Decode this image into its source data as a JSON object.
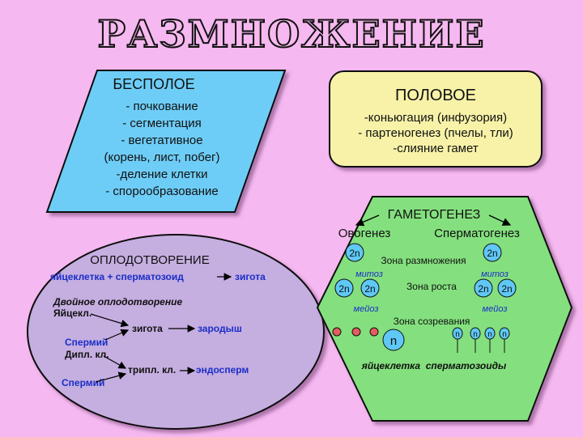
{
  "title": "РАЗМНОЖЕНИЕ",
  "asexual": {
    "heading": "БЕСПОЛОЕ",
    "items": [
      "- почкование",
      "- сегментация",
      "- вегетативное",
      "(корень, лист, побег)",
      "-деление клетки",
      "- спорообразование"
    ]
  },
  "sexual": {
    "heading": "ПОЛОВОЕ",
    "items": [
      "-коньюгация (инфузория)",
      "- партеногенез (пчелы, тли)",
      "-слияние гамет"
    ]
  },
  "fertilization": {
    "heading": "ОПЛОДОТВОРЕНИЕ",
    "egg_plus_sperm": "яйцеклетка + сперматозоид",
    "zygote": "зигота",
    "double_heading": "Двойное оплодотворение",
    "egg_cell": "Яйцекл.",
    "zygote2": "зигота",
    "embryo": "зародыш",
    "sperm1": "Спермий",
    "dipl": "Дипл. кл.",
    "tripl": "трипл. кл.",
    "endosperm": "эндосперм",
    "sperm2": "Спермий"
  },
  "gametogenesis": {
    "heading": "ГАМЕТОГЕНЕЗ",
    "ovogenesis": "Овогенез",
    "spermatogenesis": "Сперматогенез",
    "zone_reproduction": "Зона размножения",
    "zone_growth": "Зона роста",
    "zone_maturation": "Зона созревания",
    "mitosis_left": "митоз",
    "mitosis_right": "митоз",
    "meiosis_left": "мейоз",
    "meiosis_right": "мейоз",
    "two_n": "2n",
    "n": "n",
    "result": "яйцеклетка  сперматозоиды"
  },
  "colors": {
    "background": "#f5b8f0",
    "asexual_fill": "#6ecdf7",
    "sexual_fill": "#f7f2a8",
    "fertilization_fill": "#c5aee0",
    "hexagon_fill": "#84e07e",
    "cell_fill": "#5fc8f6",
    "blue_text": "#1a2ec8"
  }
}
